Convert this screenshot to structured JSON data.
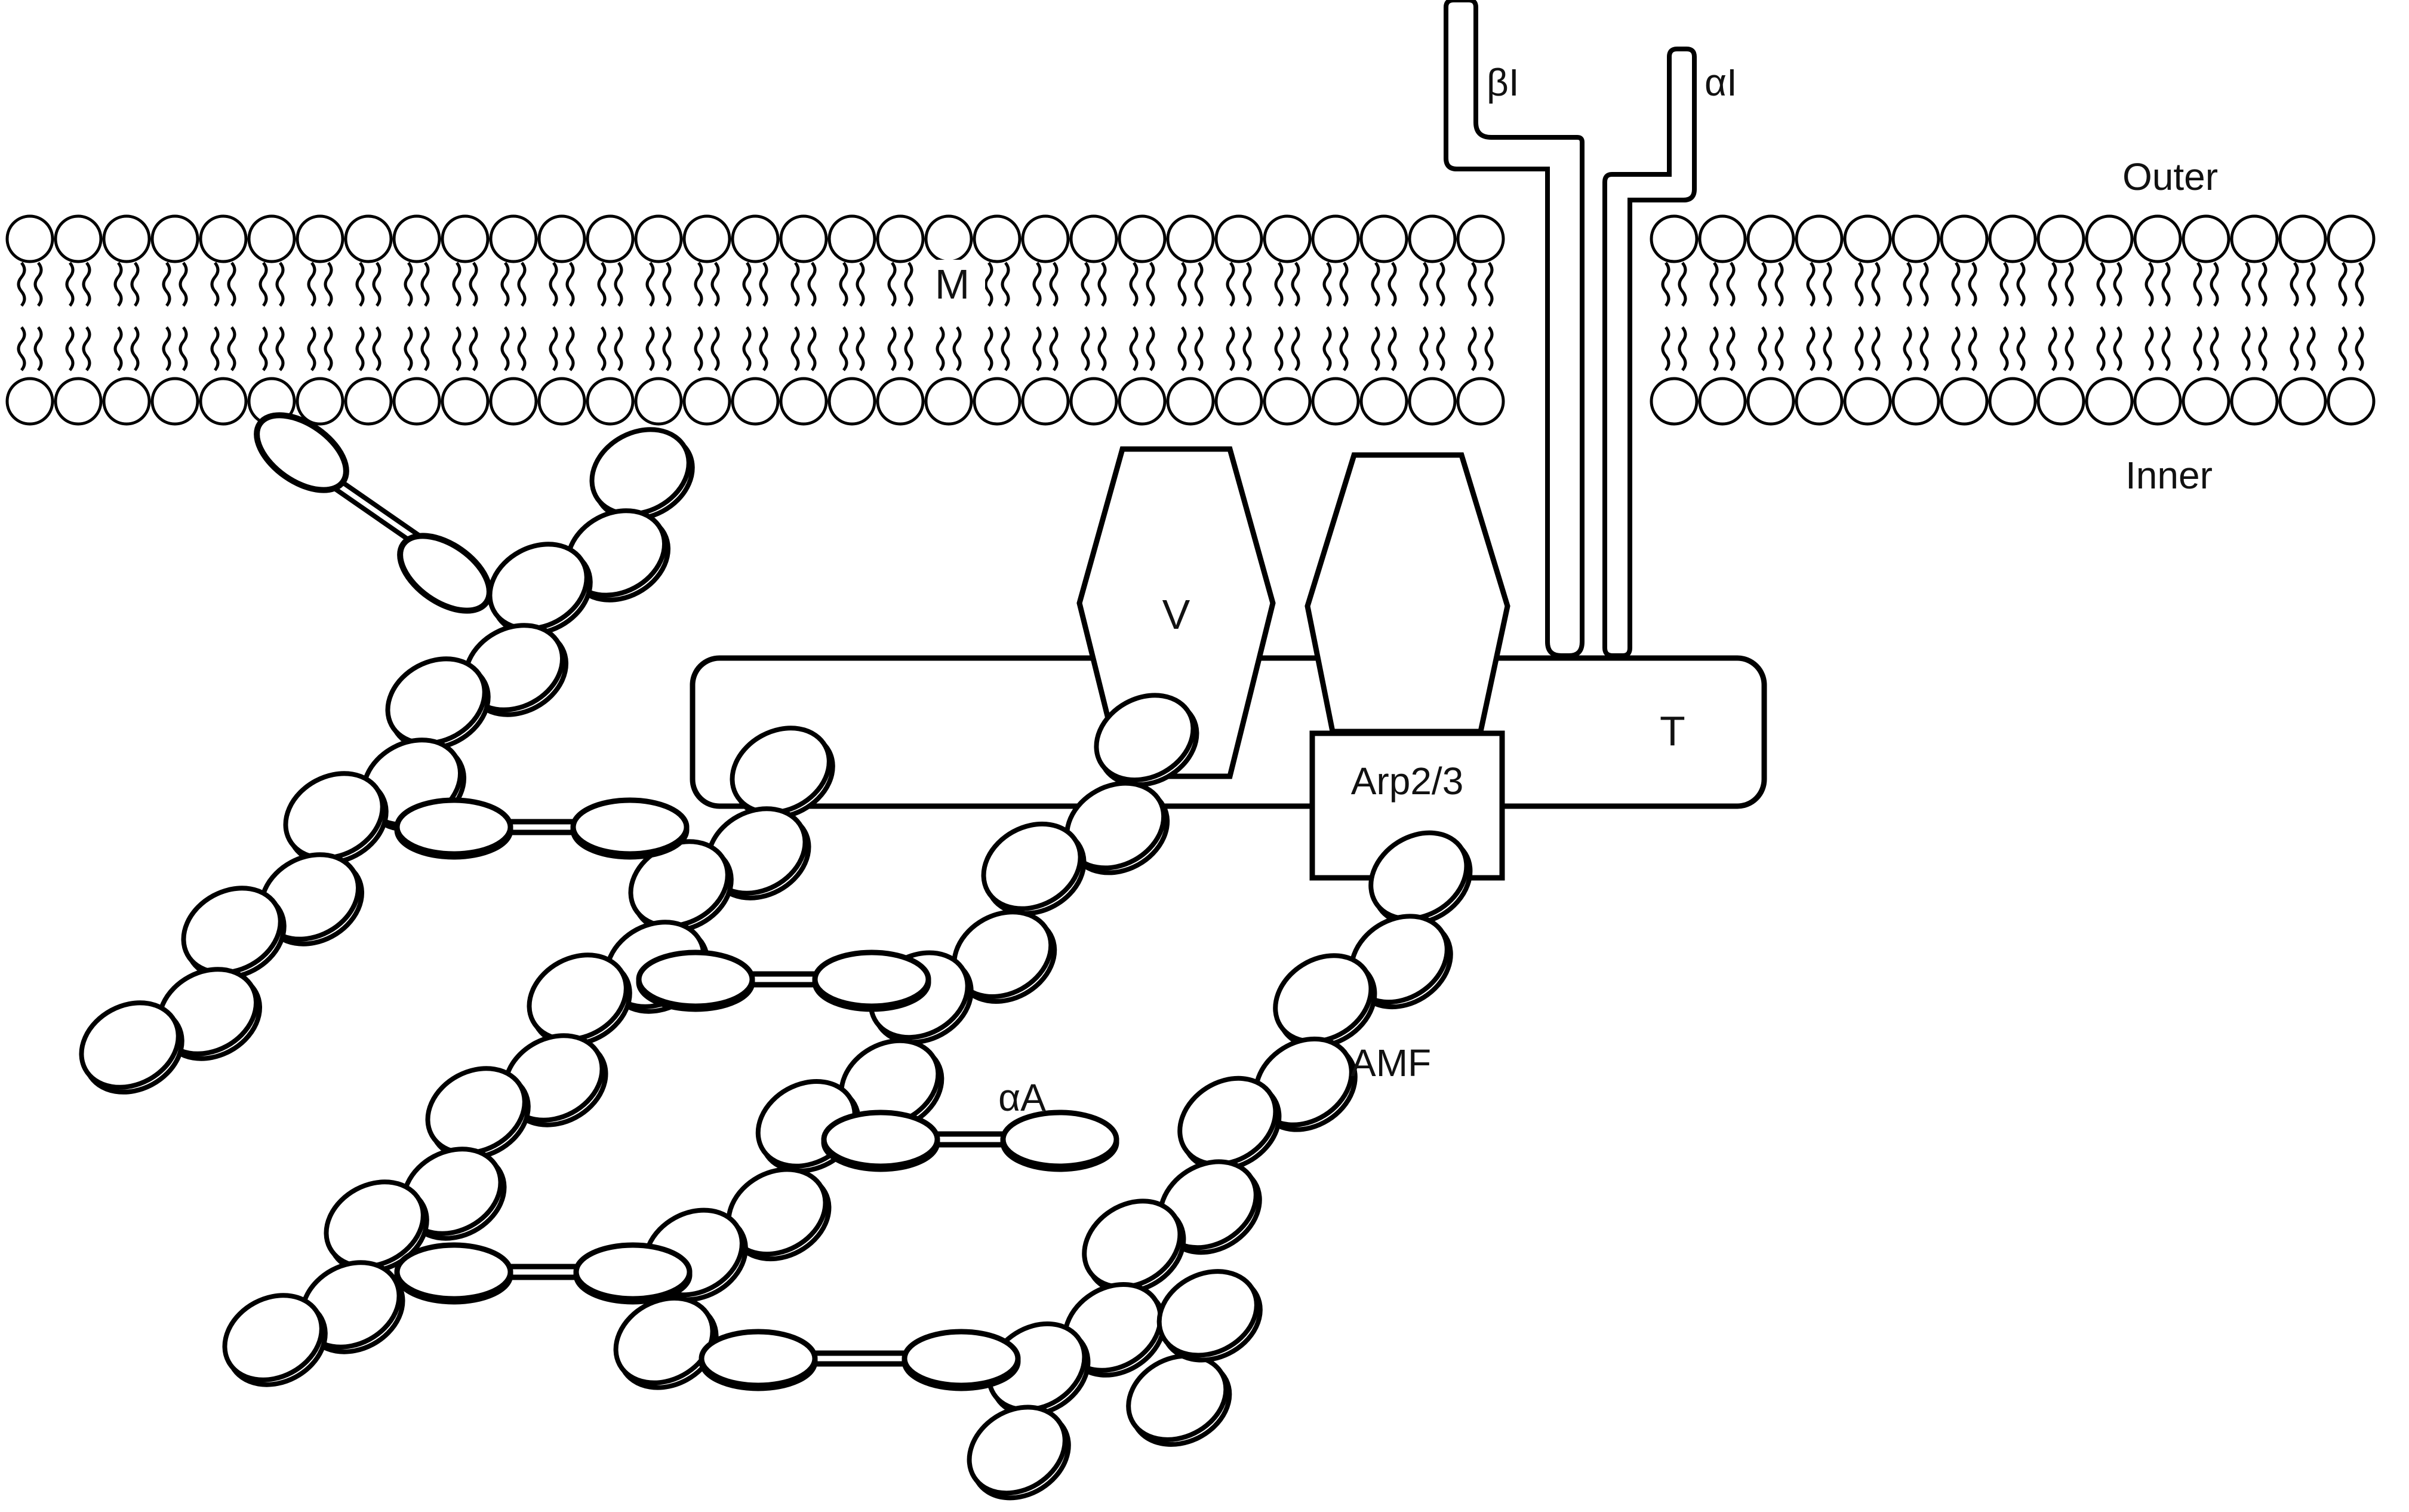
{
  "labels": {
    "beta_integrin": "βI",
    "alpha_integrin": "αI",
    "outer": "Outer",
    "inner": "Inner",
    "membrane": "M",
    "vinculin": "V",
    "talin": "T",
    "arp": "Arp2/3",
    "alpha_actinin": "αA",
    "actin_filament": "AMF"
  },
  "colors": {
    "stroke": "#000000",
    "fill": "#ffffff",
    "text": "#111111"
  }
}
